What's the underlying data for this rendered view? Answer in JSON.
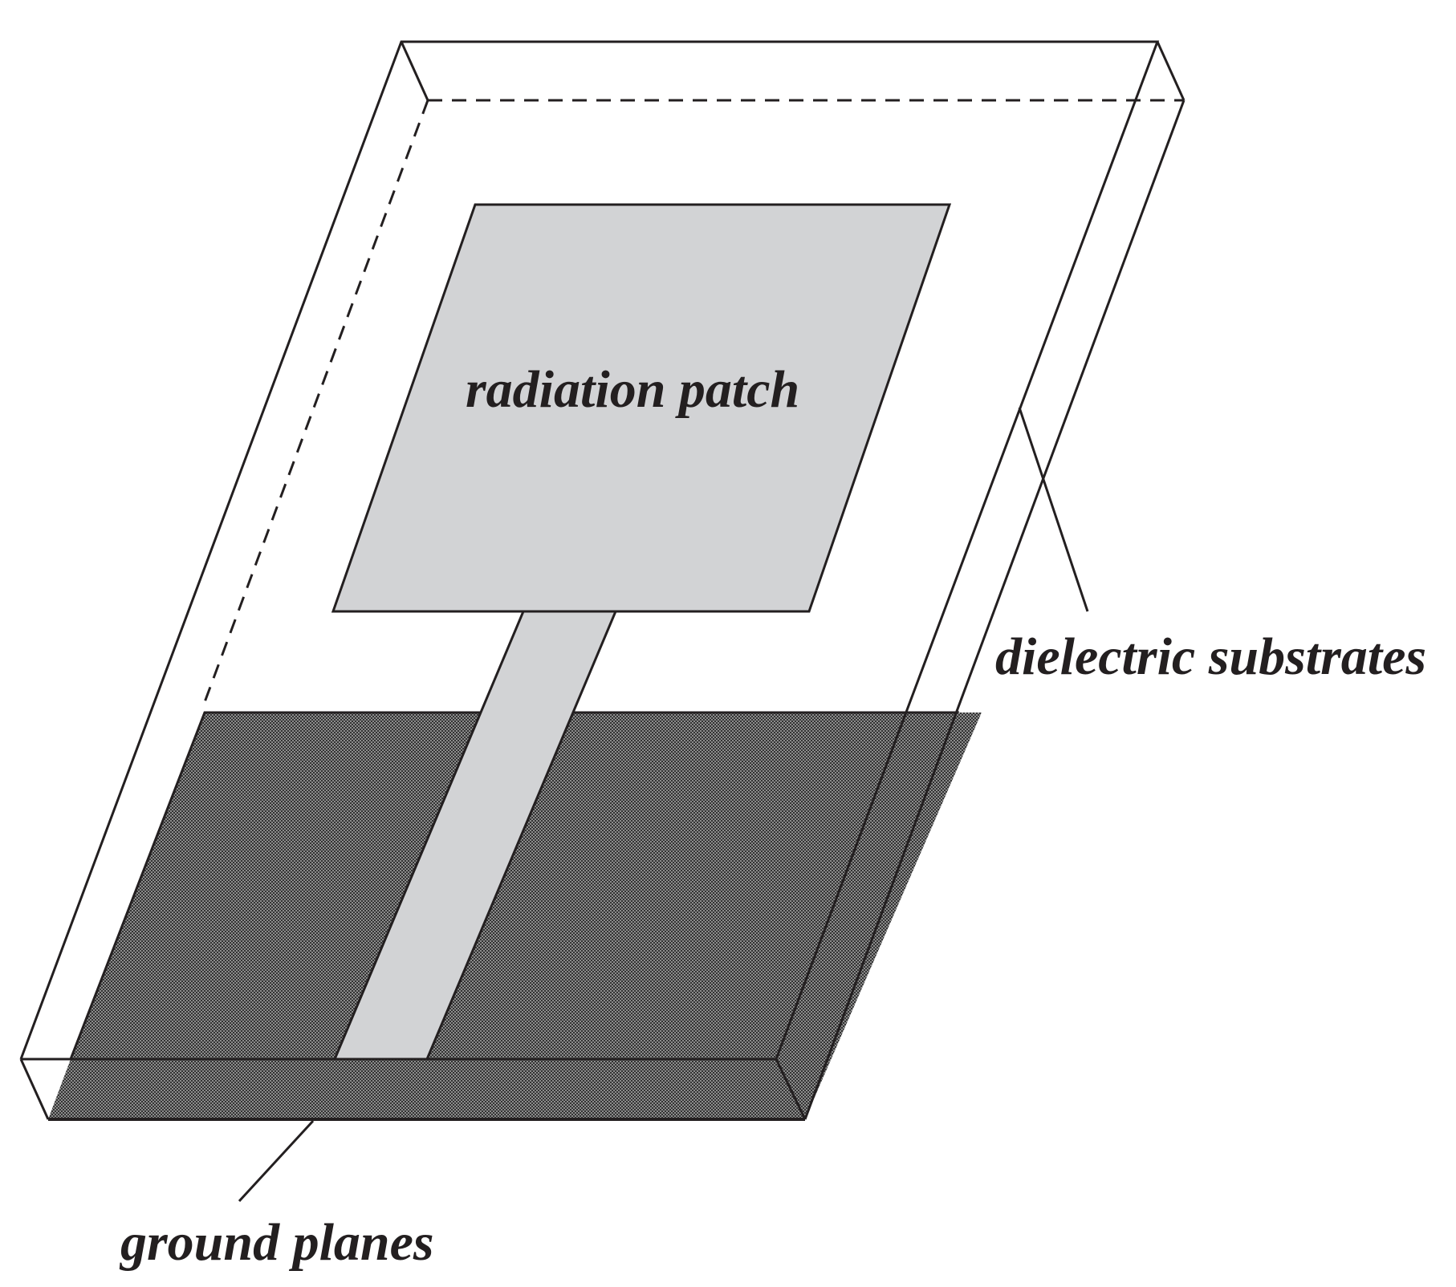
{
  "diagram": {
    "labels": {
      "radiation_patch": "radiation patch",
      "dielectric_substrates": "dielectric substrates",
      "ground_planes": "ground planes"
    },
    "colors": {
      "line": "#231f20",
      "patch_fill": "#d2d3d5",
      "ground_dark": "#3a3a3a",
      "ground_light": "#8c8c8c",
      "background": "#ffffff"
    }
  }
}
